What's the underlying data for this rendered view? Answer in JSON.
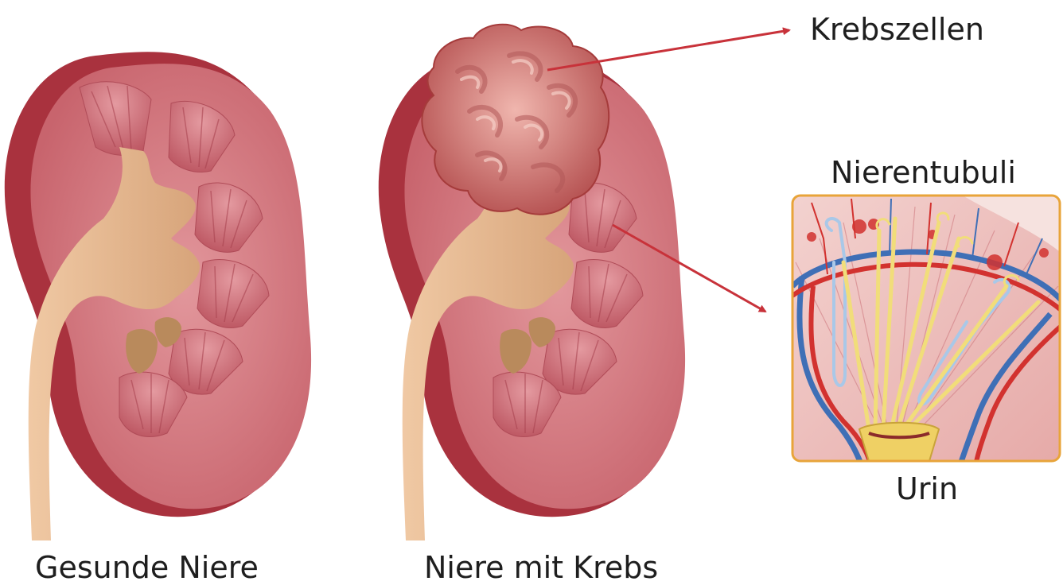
{
  "labels": {
    "healthy_kidney": "Gesunde Niere",
    "kidney_with_cancer": "Niere mit Krebs",
    "cancer_cells": "Krebszellen",
    "renal_tubules": "Nierentubuli",
    "urine": "Urin"
  },
  "colors": {
    "kidney_flesh": "#d67f86",
    "kidney_dark": "#a9323e",
    "pyramid": "#c56772",
    "pelvis": "#e2b48e",
    "tumor": "#cf7e7a",
    "arrow": "#c8323a",
    "inset_border": "#e8a43a",
    "artery": "#d2322f",
    "vein": "#3f6fb6",
    "tubule": "#f1dd7a"
  }
}
